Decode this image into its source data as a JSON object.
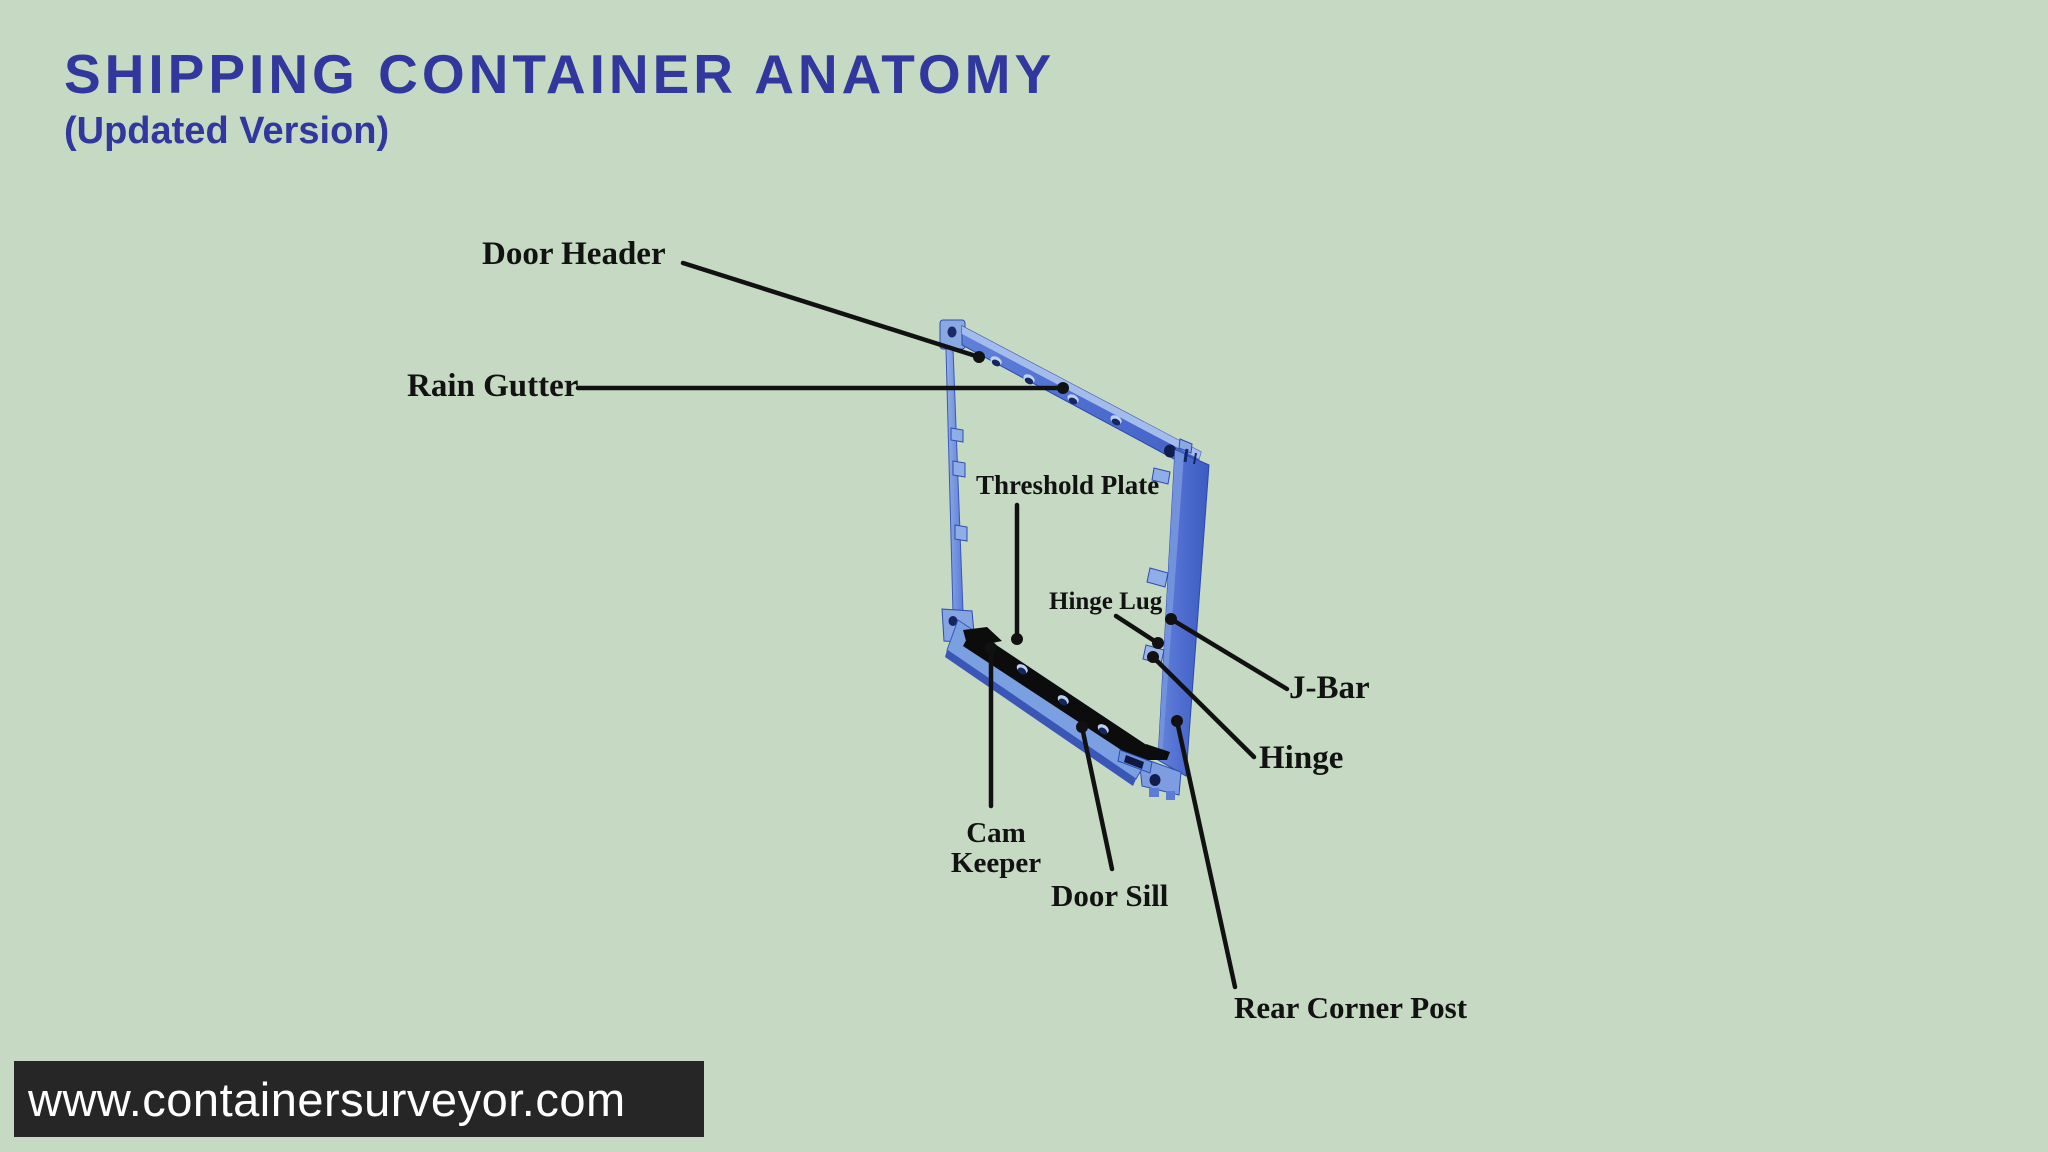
{
  "page": {
    "background_color": "#c6dac3"
  },
  "header": {
    "title": "SHIPPING CONTAINER ANATOMY",
    "subtitle": "(Updated Version)",
    "accent_color": "#32379e"
  },
  "diagram": {
    "frame_main_color": "#4f6fd0",
    "frame_light_color": "#9cb6e8",
    "frame_dark_color": "#2d4cae",
    "threshold_strip_color": "#0c0c0c",
    "leader_color": "#111111",
    "labels": {
      "door_header": "Door Header",
      "rain_gutter": "Rain Gutter",
      "threshold_plate": "Threshold Plate",
      "hinge_lug": "Hinge Lug",
      "j_bar": "J-Bar",
      "hinge": "Hinge",
      "cam_keeper": "Cam Keeper",
      "door_sill": "Door Sill",
      "rear_corner_post": "Rear Corner Post"
    }
  },
  "footer": {
    "website": "www.containersurveyor.com",
    "bar_color": "#262626",
    "text_color": "#ffffff"
  }
}
